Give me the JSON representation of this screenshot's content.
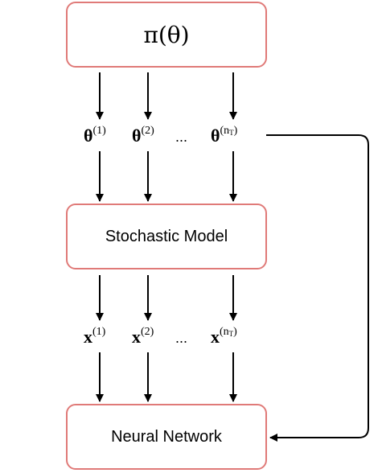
{
  "prior_box": {
    "label": "π(θ)"
  },
  "model_box": {
    "label": "Stochastic Model"
  },
  "nn_box": {
    "label": "Neural Network"
  },
  "theta_row": {
    "symbol": "θ",
    "items": [
      {
        "sup": "(1)"
      },
      {
        "sup": "(2)"
      },
      {
        "sup_main": "(n",
        "sup_sub": "T",
        "sup_close": ")"
      }
    ],
    "ellipsis": "..."
  },
  "x_row": {
    "symbol": "x",
    "items": [
      {
        "sup": "(1)"
      },
      {
        "sup": "(2)"
      },
      {
        "sup_main": "(n",
        "sup_sub": "T",
        "sup_close": ")"
      }
    ],
    "ellipsis": "..."
  }
}
